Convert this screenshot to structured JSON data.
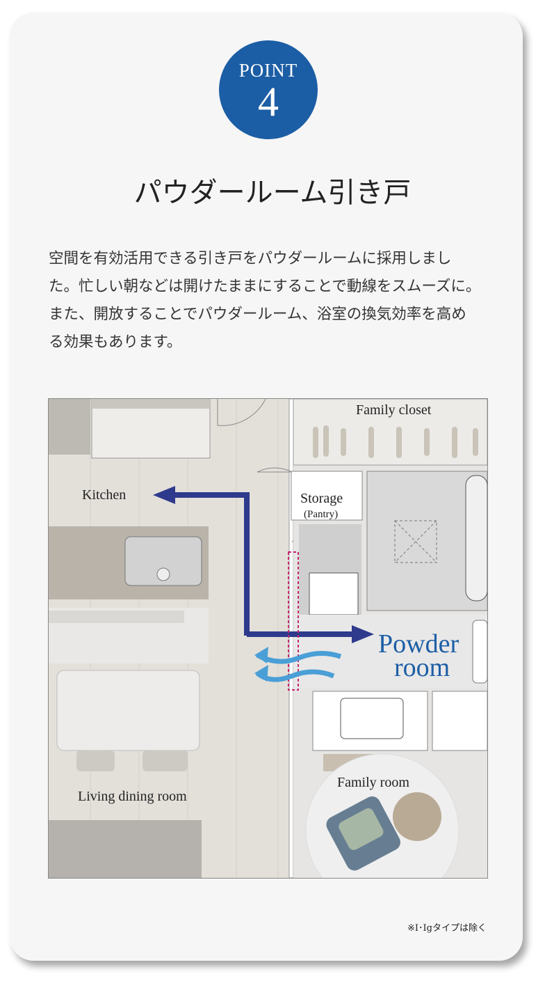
{
  "badge": {
    "label": "POINT",
    "number": "4"
  },
  "title": "パウダールーム引き戸",
  "body_lines": [
    "空間を有効活用できる引き戸をパウダールームに採用しまし",
    "た。忙しい朝などは開けたままにすることで動線をスムーズに。",
    "また、開放することでパウダールーム、浴室の換気効率を高め",
    "る効果もあります。"
  ],
  "floorplan": {
    "rooms": {
      "family_closet": "Family closet",
      "kitchen": "Kitchen",
      "storage": "Storage",
      "storage_sub": "(Pantry)",
      "powder_line1": "Powder",
      "powder_line2": "room",
      "living": "Living dining room",
      "family_room": "Family room"
    },
    "colors": {
      "arrow": "#2e3a8c",
      "airflow": "#4a9fd6",
      "door_outline": "#c4286e",
      "powder_text": "#1c5ea5"
    }
  },
  "footnote": "※I･Igタイプは除く"
}
